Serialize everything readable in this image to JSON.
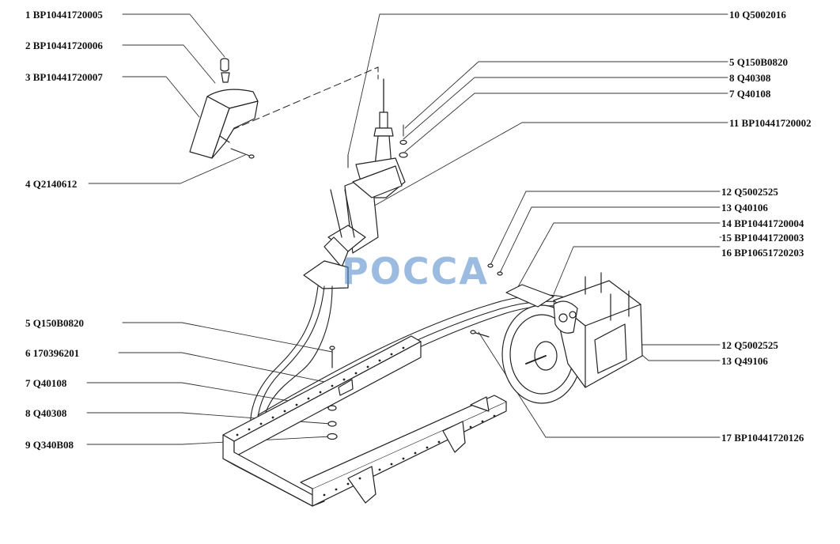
{
  "watermark": "POCCA",
  "callouts_left": [
    {
      "num": "1",
      "code": "BP10441720005"
    },
    {
      "num": "2",
      "code": "BP10441720006"
    },
    {
      "num": "3",
      "code": "BP10441720007"
    },
    {
      "num": "4",
      "code": "Q2140612"
    },
    {
      "num": "5",
      "code": "Q150B0820"
    },
    {
      "num": "6",
      "code": "170396201"
    },
    {
      "num": "7",
      "code": "Q40108"
    },
    {
      "num": "8",
      "code": "Q40308"
    },
    {
      "num": "9",
      "code": "Q340B08"
    }
  ],
  "callouts_right": [
    {
      "num": "10",
      "code": "Q5002016"
    },
    {
      "num": "5",
      "code": "Q150B0820"
    },
    {
      "num": "8",
      "code": "Q40308"
    },
    {
      "num": "7",
      "code": "Q40108"
    },
    {
      "num": "11",
      "code": "BP10441720002"
    },
    {
      "num": "12",
      "code": "Q5002525"
    },
    {
      "num": "13",
      "code": "Q40106"
    },
    {
      "num": "14",
      "code": "BP10441720004"
    },
    {
      "num": "15",
      "code": "BP10441720003"
    },
    {
      "num": "16",
      "code": "BP10651720203"
    },
    {
      "num": "12",
      "code": "Q5002525"
    },
    {
      "num": "13",
      "code": "Q49106"
    },
    {
      "num": "17",
      "code": "BP10441720126"
    }
  ]
}
